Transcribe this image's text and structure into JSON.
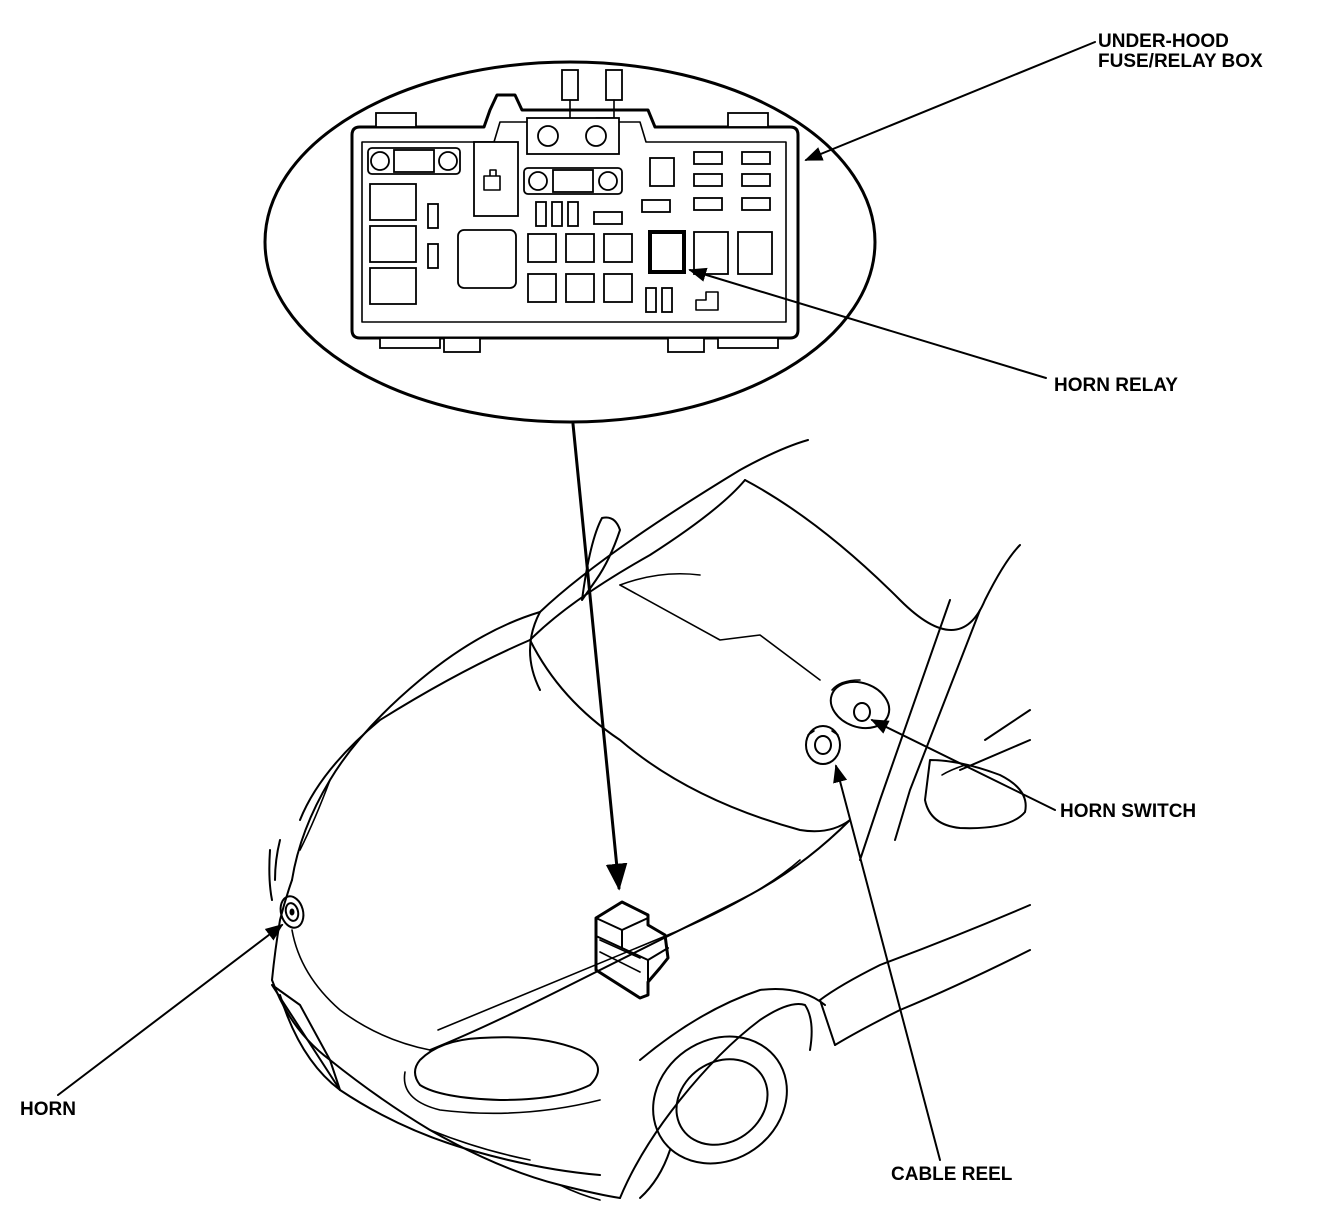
{
  "labels": {
    "fuse_box_line1": "UNDER-HOOD",
    "fuse_box_line2": "FUSE/RELAY BOX",
    "horn_relay": "HORN RELAY",
    "horn_switch": "HORN SWITCH",
    "horn": "HORN",
    "cable_reel": "CABLE REEL"
  }
}
